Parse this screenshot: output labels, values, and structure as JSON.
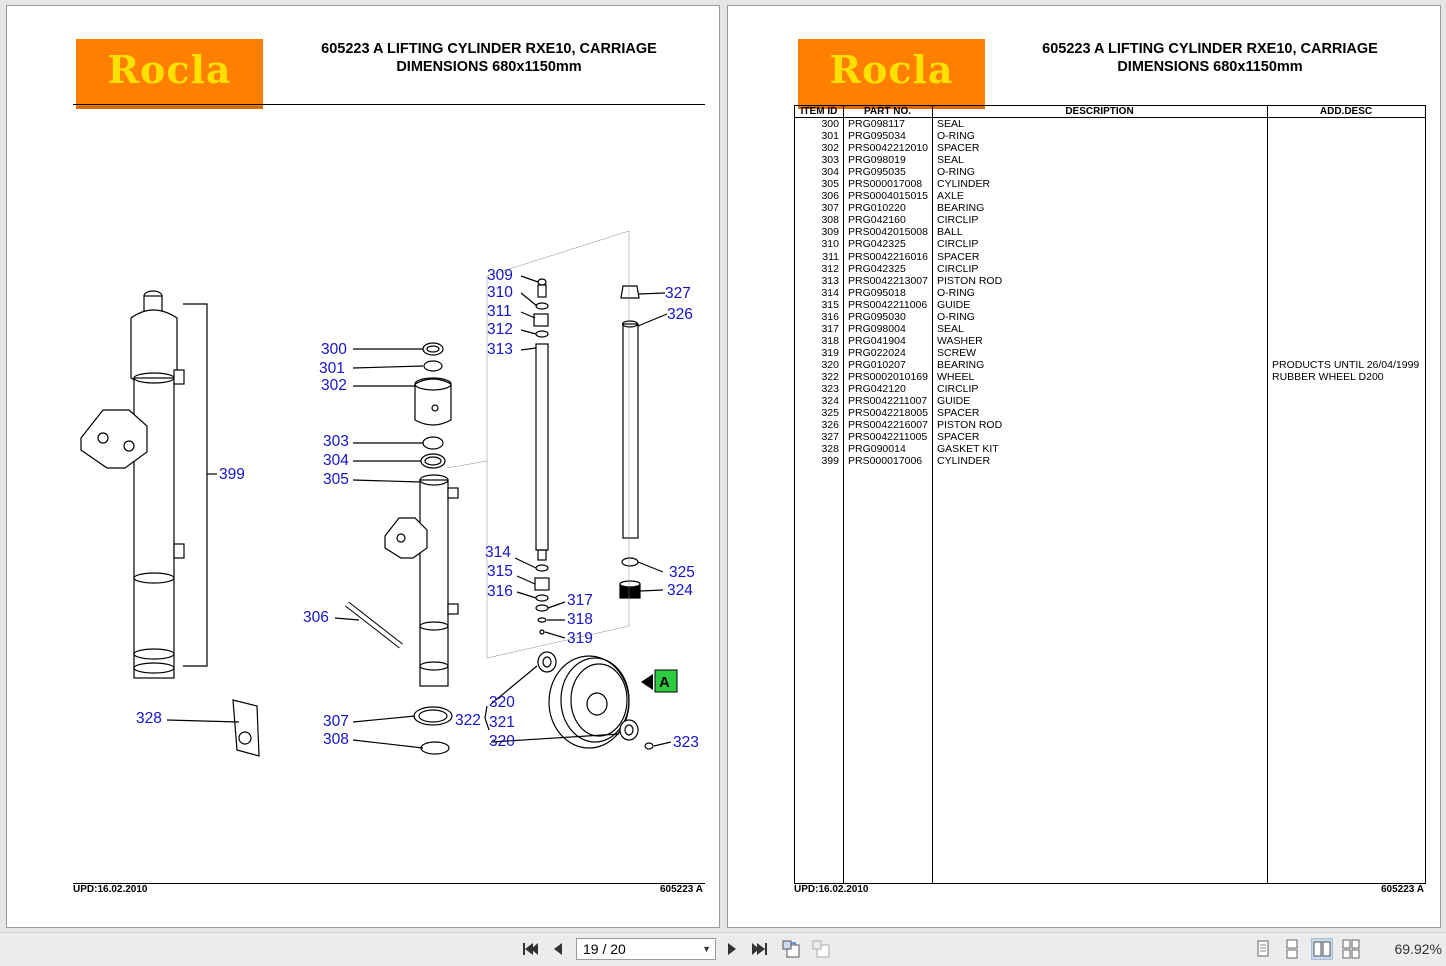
{
  "document": {
    "logo_text": "Rocla",
    "title_line1": "605223 A  LIFTING CYLINDER RXE10, CARRIAGE",
    "title_line2": "DIMENSIONS 680x1150mm",
    "footer_date": "UPD:16.02.2010",
    "footer_code": "605223 A"
  },
  "callouts": [
    "309",
    "310",
    "311",
    "312",
    "313",
    "327",
    "326",
    "300",
    "301",
    "302",
    "303",
    "304",
    "305",
    "399",
    "314",
    "315",
    "316",
    "317",
    "318",
    "319",
    "325",
    "324",
    "306",
    "328",
    "307",
    "308",
    "322",
    "320",
    "321",
    "323",
    "A"
  ],
  "table": {
    "headers": [
      "ITEM ID",
      "PART NO.",
      "DESCRIPTION",
      "ADD.DESC"
    ],
    "rows": [
      [
        "300",
        "PRG098117",
        "SEAL",
        ""
      ],
      [
        "301",
        "PRG095034",
        "O-RING",
        ""
      ],
      [
        "302",
        "PRS0042212010",
        "SPACER",
        ""
      ],
      [
        "303",
        "PRG098019",
        "SEAL",
        ""
      ],
      [
        "304",
        "PRG095035",
        "O-RING",
        ""
      ],
      [
        "305",
        "PRS000017008",
        "CYLINDER",
        ""
      ],
      [
        "306",
        "PRS0004015015",
        "AXLE",
        ""
      ],
      [
        "307",
        "PRG010220",
        "BEARING",
        ""
      ],
      [
        "308",
        "PRG042160",
        "CIRCLIP",
        ""
      ],
      [
        "309",
        "PRS0042015008",
        "BALL",
        ""
      ],
      [
        "310",
        "PRG042325",
        "CIRCLIP",
        ""
      ],
      [
        "311",
        "PRS0042216016",
        "SPACER",
        ""
      ],
      [
        "312",
        "PRG042325",
        "CIRCLIP",
        ""
      ],
      [
        "313",
        "PRS0042213007",
        "PISTON ROD",
        ""
      ],
      [
        "314",
        "PRG095018",
        "O-RING",
        ""
      ],
      [
        "315",
        "PRS0042211006",
        "GUIDE",
        ""
      ],
      [
        "316",
        "PRG095030",
        "O-RING",
        ""
      ],
      [
        "317",
        "PRG098004",
        "SEAL",
        ""
      ],
      [
        "318",
        "PRG041904",
        "WASHER",
        ""
      ],
      [
        "319",
        "PRG022024",
        "SCREW",
        ""
      ],
      [
        "320",
        "PRG010207",
        "BEARING",
        "PRODUCTS UNTIL 26/04/1999"
      ],
      [
        "322",
        "PRS0002010169",
        "WHEEL",
        "RUBBER WHEEL D200"
      ],
      [
        "323",
        "PRG042120",
        "CIRCLIP",
        ""
      ],
      [
        "324",
        "PRS0042211007",
        "GUIDE",
        ""
      ],
      [
        "325",
        "PRS0042218005",
        "SPACER",
        ""
      ],
      [
        "326",
        "PRS0042216007",
        "PISTON ROD",
        ""
      ],
      [
        "327",
        "PRS0042211005",
        "SPACER",
        ""
      ],
      [
        "328",
        "PRG090014",
        "GASKET KIT",
        ""
      ],
      [
        "399",
        "PRS000017006",
        "CYLINDER",
        ""
      ]
    ]
  },
  "toolbar": {
    "page_indicator": "19 / 20",
    "zoom": "69.92%",
    "icons": [
      "first-page-icon",
      "prev-page-icon",
      "next-page-icon",
      "last-page-icon",
      "rotate-cw-icon",
      "rotate-ccw-icon",
      "single-page-icon",
      "continuous-icon",
      "facing-icon",
      "continuous-facing-icon"
    ]
  },
  "colors": {
    "logo_bg": "#ff7f00",
    "logo_text": "#ffe000",
    "callout": "#1414c8",
    "marker": "#2ecc40"
  }
}
